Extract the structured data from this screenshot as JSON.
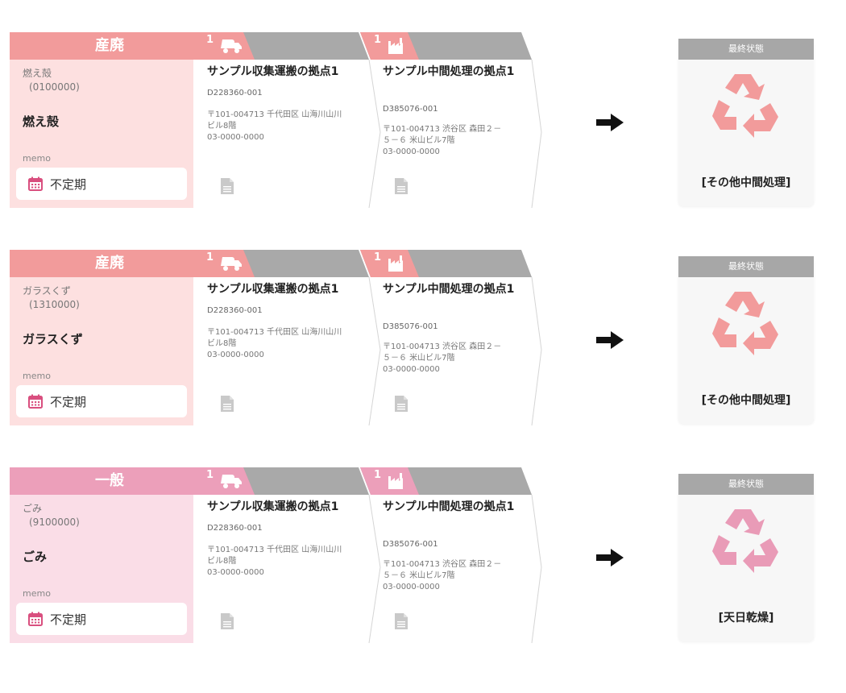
{
  "final_header": "最終状態",
  "rows": [
    {
      "category": "産廃",
      "waste_name": "燃え殻",
      "waste_code": "(0100000)",
      "waste_title": "燃え殻",
      "memo": "memo",
      "schedule": "不定期",
      "steps": [
        {
          "num": "1",
          "icon": "truck-icon",
          "title": "サンプル収集運搬の拠点1",
          "id": "D228360-001",
          "address": [
            "〒101-004713 千代田区 山海川山川",
            "ビル8階",
            "03-0000-0000"
          ]
        },
        {
          "num": "1",
          "icon": "factory-icon",
          "title": "サンプル中間処理の拠点1",
          "id": "D385076-001",
          "address": [
            "〒101-004713 渋谷区 森田２－",
            "５－６ 米山ビル7階",
            "03-0000-0000"
          ]
        }
      ],
      "final_label": "[その他中間処理]",
      "colors": {
        "header": "#f29b9b",
        "body": "#fde0e0",
        "icon": "#f29b9b"
      }
    },
    {
      "category": "産廃",
      "waste_name": "ガラスくず",
      "waste_code": "(1310000)",
      "waste_title": "ガラスくず",
      "memo": "memo",
      "schedule": "不定期",
      "steps": [
        {
          "num": "1",
          "icon": "truck-icon",
          "title": "サンプル収集運搬の拠点1",
          "id": "D228360-001",
          "address": [
            "〒101-004713 千代田区 山海川山川",
            "ビル8階",
            "03-0000-0000"
          ]
        },
        {
          "num": "1",
          "icon": "factory-icon",
          "title": "サンプル中間処理の拠点1",
          "id": "D385076-001",
          "address": [
            "〒101-004713 渋谷区 森田２－",
            "５－６ 米山ビル7階",
            "03-0000-0000"
          ]
        }
      ],
      "final_label": "[その他中間処理]",
      "colors": {
        "header": "#f29b9b",
        "body": "#fde0e0",
        "icon": "#f29b9b"
      }
    },
    {
      "category": "一般",
      "waste_name": "ごみ",
      "waste_code": "(9100000)",
      "waste_title": "ごみ",
      "memo": "memo",
      "schedule": "不定期",
      "steps": [
        {
          "num": "1",
          "icon": "truck-icon",
          "title": "サンプル収集運搬の拠点1",
          "id": "D228360-001",
          "address": [
            "〒101-004713 千代田区 山海川山川",
            "ビル8階",
            "03-0000-0000"
          ]
        },
        {
          "num": "1",
          "icon": "factory-icon",
          "title": "サンプル中間処理の拠点1",
          "id": "D385076-001",
          "address": [
            "〒101-004713 渋谷区 森田２－",
            "５－６ 米山ビル7階",
            "03-0000-0000"
          ]
        }
      ],
      "final_label": "[天日乾燥]",
      "colors": {
        "header": "#ec9fba",
        "body": "#fadde7",
        "icon": "#e99bb7"
      }
    }
  ]
}
